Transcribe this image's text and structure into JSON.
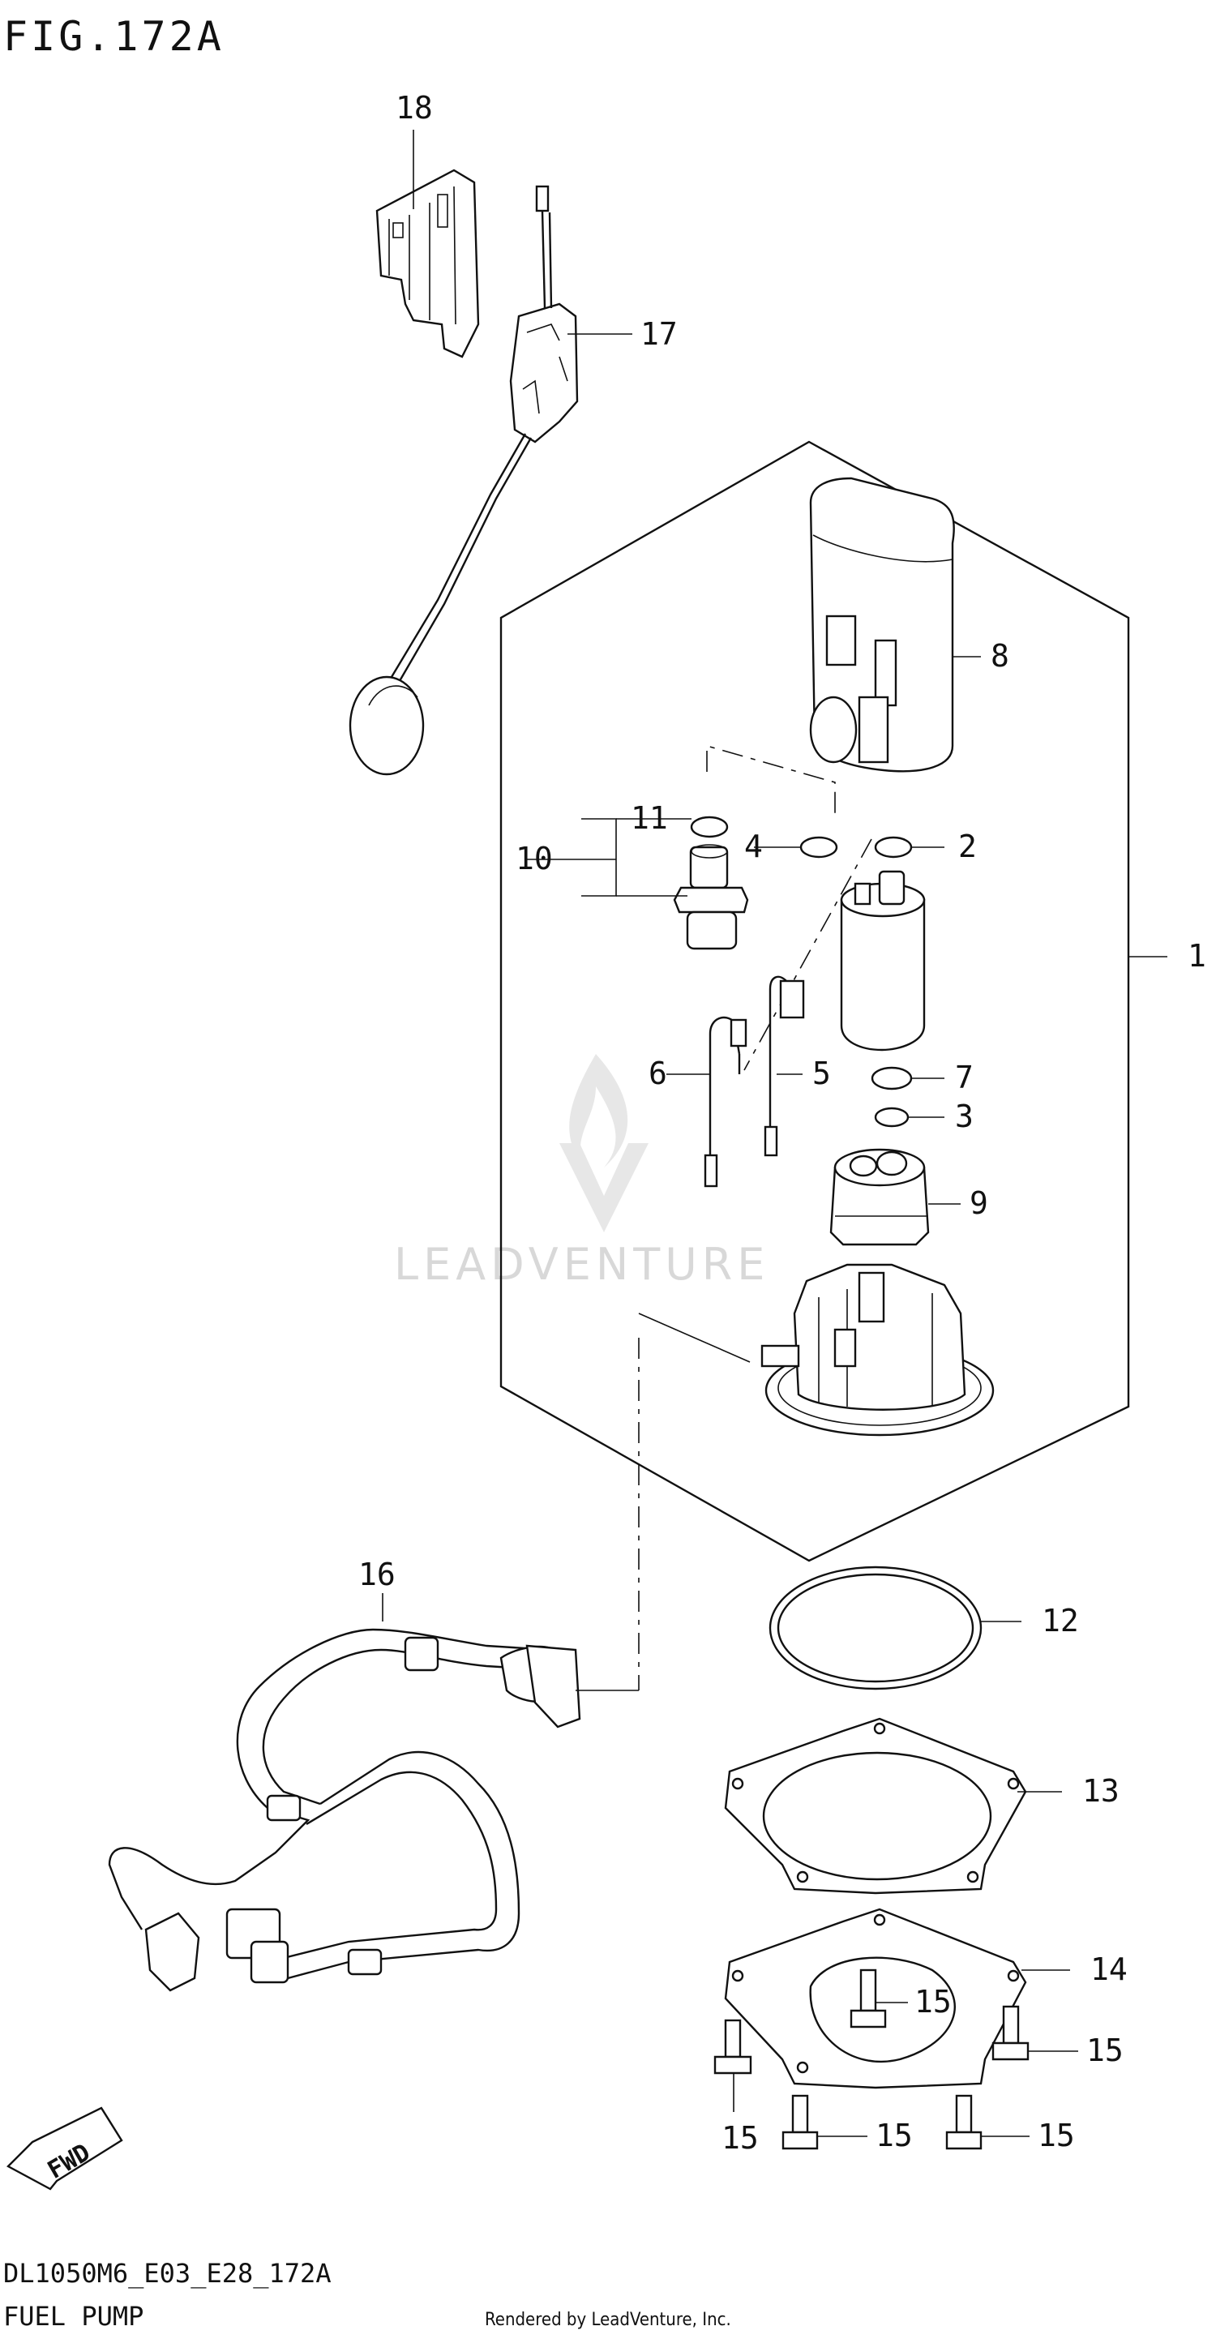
{
  "header": {
    "figure_title": "FIG.172A"
  },
  "footer": {
    "model_code": "DL1050M6_E03_E28_172A",
    "section_name": "FUEL PUMP",
    "rendered_by": "Rendered by LeadVenture, Inc."
  },
  "watermark": {
    "text": "LEADVENTURE"
  },
  "callouts": [
    {
      "id": "1",
      "label": "1"
    },
    {
      "id": "2",
      "label": "2"
    },
    {
      "id": "3",
      "label": "3"
    },
    {
      "id": "4",
      "label": "4"
    },
    {
      "id": "5",
      "label": "5"
    },
    {
      "id": "6",
      "label": "6"
    },
    {
      "id": "7",
      "label": "7"
    },
    {
      "id": "8",
      "label": "8"
    },
    {
      "id": "9",
      "label": "9"
    },
    {
      "id": "10",
      "label": "10"
    },
    {
      "id": "11",
      "label": "11"
    },
    {
      "id": "12",
      "label": "12"
    },
    {
      "id": "13",
      "label": "13"
    },
    {
      "id": "14",
      "label": "14"
    },
    {
      "id": "15",
      "label": "15"
    },
    {
      "id": "16",
      "label": "16"
    },
    {
      "id": "17",
      "label": "17"
    },
    {
      "id": "18",
      "label": "18"
    }
  ],
  "direction_badge": {
    "text": "FWD"
  },
  "colors": {
    "line": "#111111",
    "background": "#ffffff",
    "watermark": "#d8d8d8"
  }
}
